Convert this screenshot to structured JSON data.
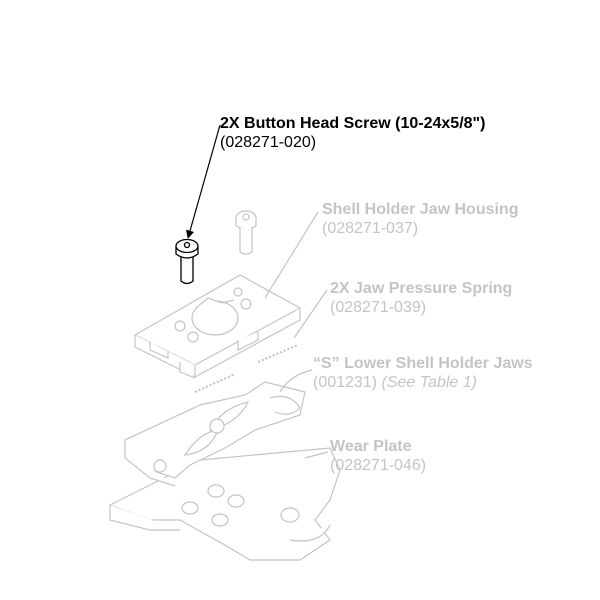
{
  "callouts": {
    "button_head_screw": {
      "name": "2X Button Head Screw (10-24x5/8\")",
      "part_number": "(028271-020)"
    },
    "jaw_housing": {
      "name": "Shell Holder Jaw Housing",
      "part_number": "(028271-037)"
    },
    "jaw_pressure_spring": {
      "name": "2X Jaw Pressure Spring",
      "part_number": "(028271-039)"
    },
    "lower_jaws": {
      "name": "“S” Lower Shell Holder Jaws",
      "part_number": "(001231)",
      "note": "(See Table 1)"
    },
    "wear_plate": {
      "name": "Wear Plate",
      "part_number": "(028271-046)"
    }
  },
  "colors": {
    "highlight": "#000000",
    "faded": "#c4c4c4",
    "background": "#ffffff"
  }
}
